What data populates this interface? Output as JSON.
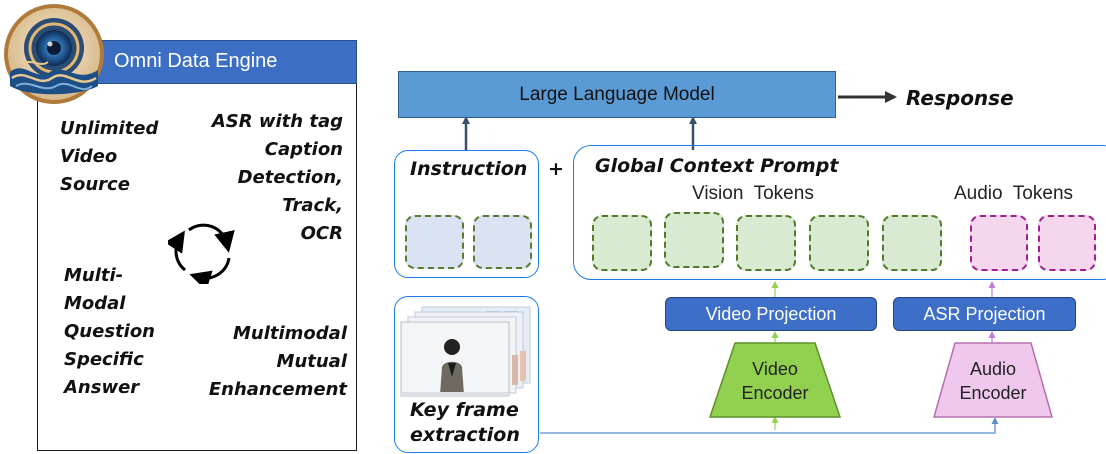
{
  "engine": {
    "title": "Omni Data Engine",
    "source": "Unlimited\nVideo\nSource",
    "asr": "ASR with tag\nCaption\nDetection,\nTrack,\nOCR",
    "qa": "Multi-\nModal\nQuestion\nSpecific\nAnswer",
    "enhancement": "Multimodal\nMutual\nEnhancement"
  },
  "pipeline": {
    "llm_label": "Large Language Model",
    "response_label": "Response",
    "instruction_label": "Instruction",
    "plus_label": "+",
    "gcp_label": "Global Context Prompt",
    "vision_tokens_label": "Vision  Tokens",
    "audio_tokens_label": "Audio  Tokens",
    "video_projection_label": "Video Projection",
    "asr_projection_label": "ASR Projection",
    "video_encoder_label": "Video\nEncoder",
    "audio_encoder_label": "Audio\nEncoder",
    "keyframe_label": "Key frame\nextraction"
  },
  "colors": {
    "llm_fill": "#5b9bd5",
    "llm_border": "#2f5f93",
    "header_fill": "#3c6fc4",
    "projection_fill": "#3d6fc9",
    "panel_border": "#1f7ae6",
    "instruction_token_fill": "#dae3f3",
    "instruction_token_border": "#5a7a30",
    "vision_token_fill": "#d9ead3",
    "vision_token_border": "#527a2a",
    "audio_token_fill": "#f5d6ec",
    "audio_token_border": "#a0208e",
    "video_encoder_fill": "#92d050",
    "audio_encoder_fill": "#f0c8ee",
    "arrow_dark": "#3b4f6b",
    "arrow_green": "#92d050",
    "arrow_purple": "#c07cd8",
    "connector_blue": "#5a8fc8"
  },
  "icons": [
    "logo-icon",
    "cycle-icon",
    "video-frames-icon"
  ]
}
